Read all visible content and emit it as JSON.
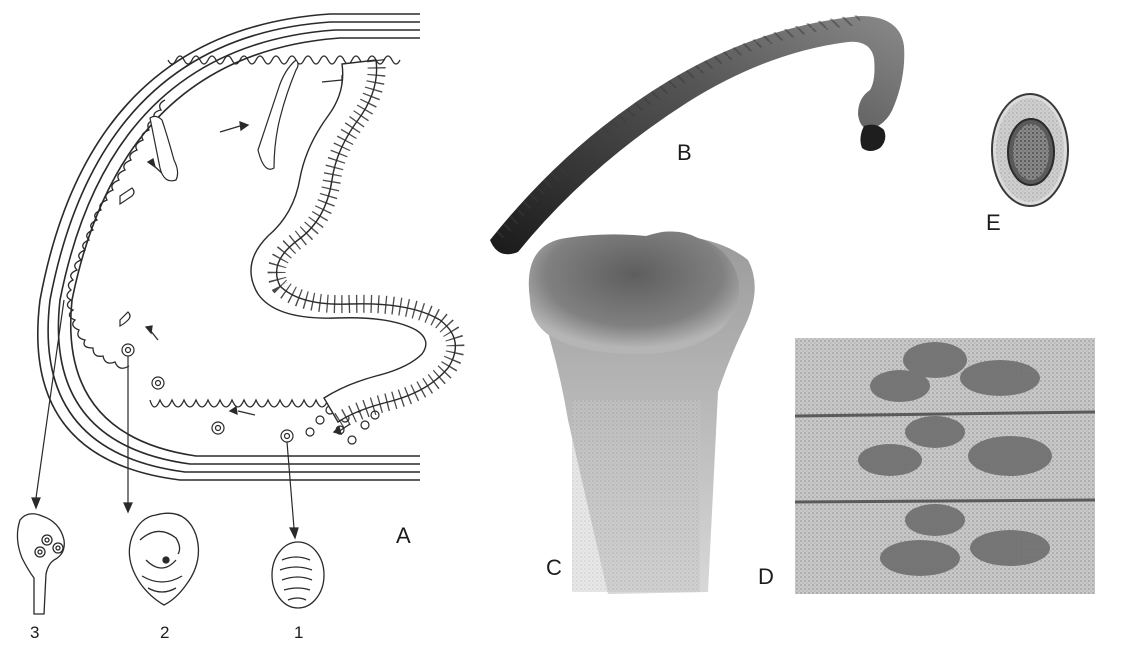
{
  "panels": {
    "A": "A",
    "B": "B",
    "C": "C",
    "D": "D",
    "E": "E"
  },
  "stages": {
    "one": "1",
    "two": "2",
    "three": "3"
  },
  "colors": {
    "ink": "#1c1c1c",
    "worm_dark": "#2a2a2a",
    "tissue_gray": "#7a7a7a",
    "background": "#ffffff"
  }
}
